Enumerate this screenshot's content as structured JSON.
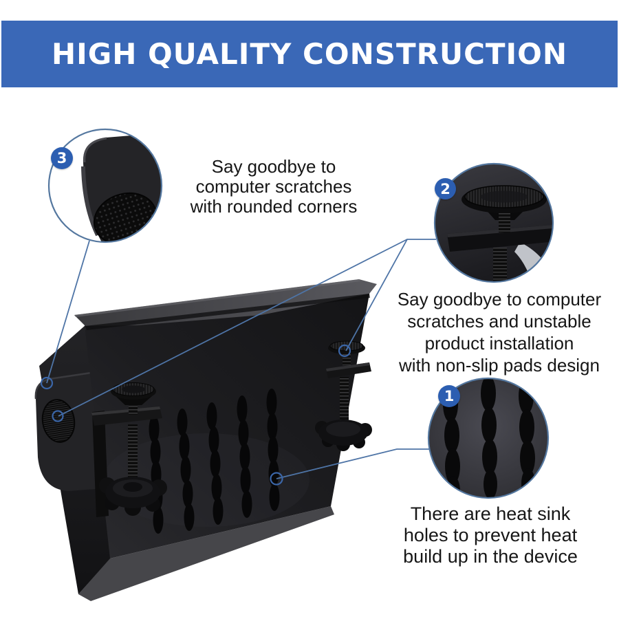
{
  "banner": {
    "title": "HIGH QUALITY CONSTRUCTION"
  },
  "callouts": [
    {
      "number": "1",
      "feature": "heat-sink-holes",
      "lines": [
        "There are heat sink",
        "holes to prevent heat",
        "build up in the device"
      ]
    },
    {
      "number": "2",
      "feature": "non-slip-pads",
      "lines": [
        "Say goodbye to computer",
        "scratches and unstable",
        "product installation",
        "with non-slip pads design"
      ]
    },
    {
      "number": "3",
      "feature": "rounded-corners",
      "lines": [
        "Say goodbye to",
        "computer scratches",
        "with rounded corners"
      ]
    }
  ],
  "colors": {
    "banner_blue": "#3a68b7",
    "badge_blue": "#2c5eb1",
    "annotation_line_blue": "#4e74a6",
    "callout_circle_stroke": "#54779f",
    "product_black": "#1a1a1c",
    "background": "#ffffff"
  }
}
